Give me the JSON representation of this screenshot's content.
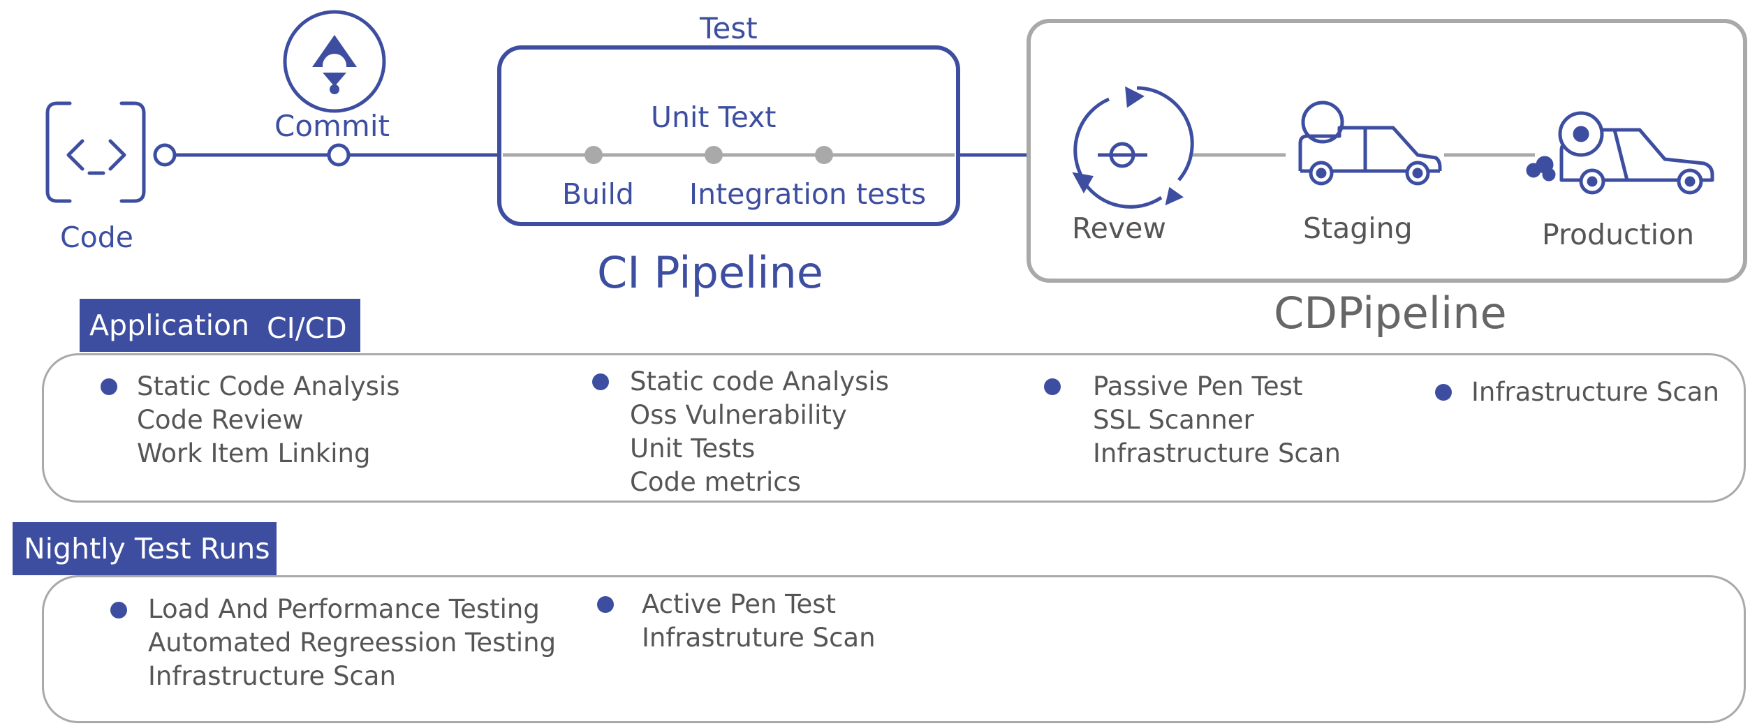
{
  "colors": {
    "primary": "#3d4ea0",
    "line_grey": "#a9a9a9",
    "text_grey": "#555555"
  },
  "stages": {
    "code": "Code",
    "commit": "Commit",
    "test": "Test",
    "unit_test": "Unit Text",
    "build": "Build",
    "integration": "Integration tests",
    "ci_title": "CI Pipeline",
    "review": "Revew",
    "staging": "Staging",
    "production": "Production",
    "cd_title": "CDPipeline"
  },
  "icons": [
    "code-bracket-icon",
    "commit-upload-icon",
    "review-cycle-icon",
    "staging-car-icon",
    "production-car-icon"
  ],
  "application": {
    "tag_left": "Application",
    "tag_right": "CI/CD",
    "columns": [
      {
        "items": [
          "Static Code Analysis",
          "Code Review",
          "Work Item Linking"
        ]
      },
      {
        "items": [
          "Static code Analysis",
          "Oss Vulnerability",
          "Unit Tests",
          "Code metrics"
        ]
      },
      {
        "items": [
          "Passive Pen Test",
          "SSL Scanner",
          "Infrastructure Scan"
        ]
      },
      {
        "items": [
          "Infrastructure Scan"
        ]
      }
    ]
  },
  "nightly": {
    "tag": "Nightly Test Runs",
    "columns": [
      {
        "items": [
          "Load And Performance Testing",
          "Automated Regreession Testing",
          "Infrastructure Scan"
        ]
      },
      {
        "items": [
          "Active Pen Test",
          "Infrastruture Scan"
        ]
      }
    ]
  }
}
